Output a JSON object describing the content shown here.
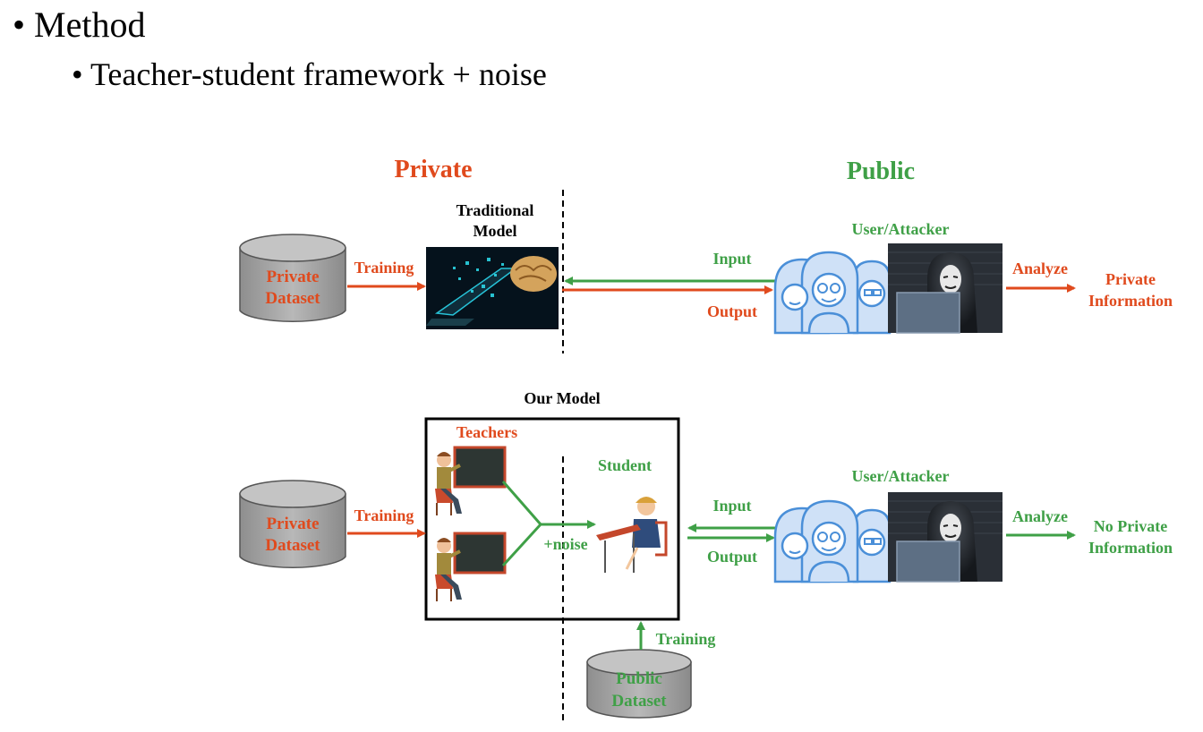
{
  "slide": {
    "bullet1": "• Method",
    "bullet2": "• Teacher-student framework + noise"
  },
  "colors": {
    "red": "#e04a1d",
    "green": "#3fa047",
    "gray": "#a0a0a0",
    "blue": "#4a8fd8"
  },
  "diagram": {
    "private_header": "Private",
    "public_header": "Public",
    "top": {
      "dataset_line1": "Private",
      "dataset_line2": "Dataset",
      "training": "Training",
      "model_line1": "Traditional",
      "model_line2": "Model",
      "input": "Input",
      "output": "Output",
      "user_label": "User/Attacker",
      "analyze": "Analyze",
      "result_line1": "Private",
      "result_line2": "Information"
    },
    "bottom": {
      "our_model": "Our Model",
      "teachers": "Teachers",
      "student": "Student",
      "noise": "+noise",
      "dataset_line1": "Private",
      "dataset_line2": "Dataset",
      "training": "Training",
      "input": "Input",
      "output": "Output",
      "user_label": "User/Attacker",
      "analyze": "Analyze",
      "result_line1": "No Private",
      "result_line2": "Information",
      "public_training": "Training",
      "public_dataset_line1": "Public",
      "public_dataset_line2": "Dataset"
    }
  }
}
